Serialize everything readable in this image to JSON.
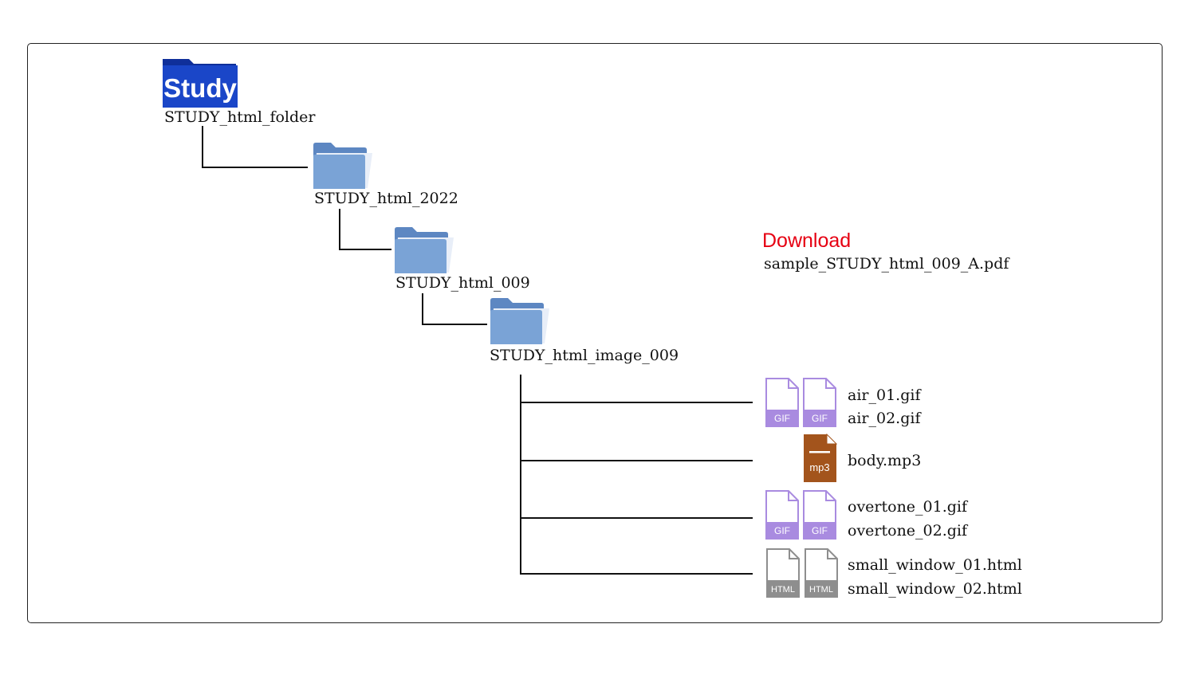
{
  "root": {
    "logo_text": "Study",
    "name": "STUDY_html_folder",
    "icon": "study-folder-icon",
    "logo_color": "#1a46c8"
  },
  "folders": [
    {
      "name": "STUDY_html_2022",
      "icon": "folder-icon"
    },
    {
      "name": "STUDY_html_009",
      "icon": "folder-icon"
    },
    {
      "name": "STUDY_html_image_009",
      "icon": "folder-icon"
    }
  ],
  "download": {
    "label": "Download",
    "file": "sample_STUDY_html_009_A.pdf",
    "color": "#e60012"
  },
  "files": {
    "air_01": {
      "name": "air_01.gif",
      "badge": "GIF",
      "icon": "gif-file-icon"
    },
    "air_02": {
      "name": "air_02.gif",
      "badge": "GIF",
      "icon": "gif-file-icon"
    },
    "body": {
      "name": "body.mp3",
      "badge": "mp3",
      "icon": "mp3-file-icon"
    },
    "overtone_01": {
      "name": "overtone_01.gif",
      "badge": "GIF",
      "icon": "gif-file-icon"
    },
    "overtone_02": {
      "name": "overtone_02.gif",
      "badge": "GIF",
      "icon": "gif-file-icon"
    },
    "small_window_01": {
      "name": "small_window_01.html",
      "badge": "HTML",
      "icon": "html-file-icon"
    },
    "small_window_02": {
      "name": "small_window_02.html",
      "badge": "HTML",
      "icon": "html-file-icon"
    }
  },
  "colors": {
    "gif": "#a98be0",
    "mp3": "#a3541c",
    "html": "#8e8e8e",
    "folder": "#6f98cf"
  }
}
